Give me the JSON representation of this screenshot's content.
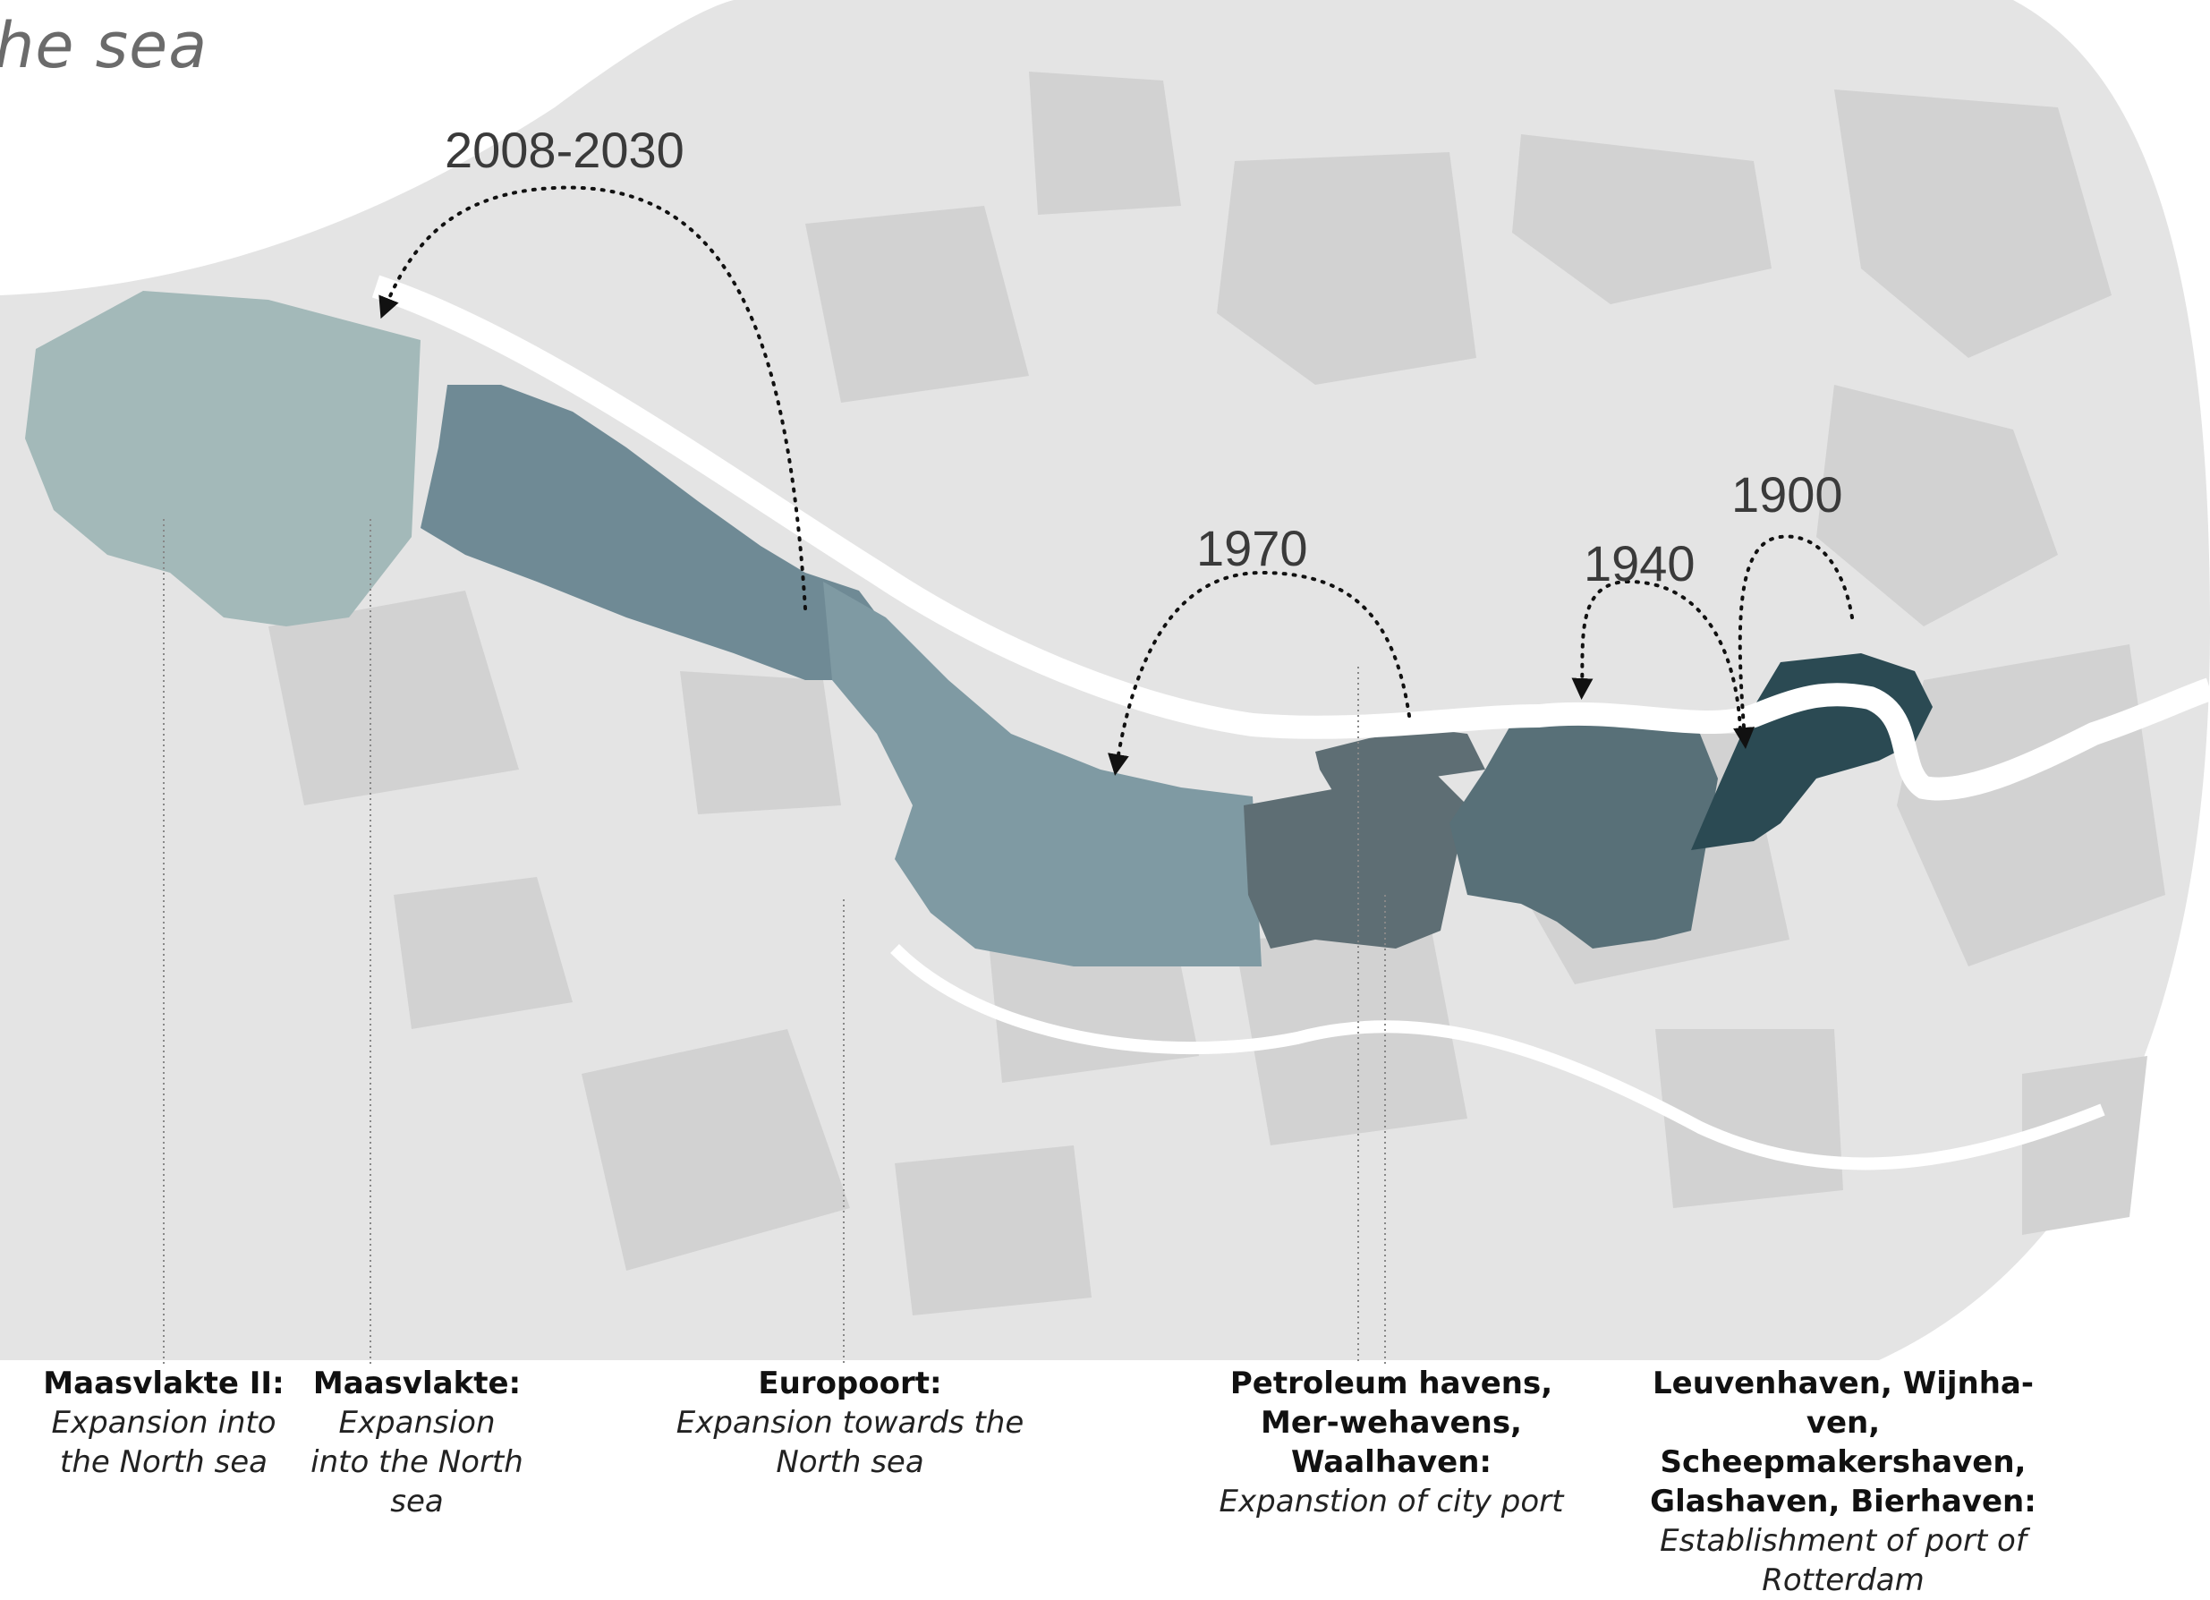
{
  "heading": "he sea",
  "era_labels": {
    "e2008_2030": "2008-2030",
    "e1970": "1970",
    "e1940": "1940",
    "e1900": "1900"
  },
  "captions": [
    {
      "title": "Maasvlakte II:",
      "desc": "Expansion into the North sea"
    },
    {
      "title": "Maasvlakte:",
      "desc": "Expansion into the North sea"
    },
    {
      "title": "Europoort:",
      "desc": "Expansion towards the North sea"
    },
    {
      "title": "Petroleum havens, Mer-wehavens, Waalhaven:",
      "desc": "Expanstion of city port"
    },
    {
      "title": "Leuvenhaven, Wijnha-ven, Scheepmakershaven, Glashaven, Bierhaven:",
      "desc": "Establishment of port of Rotterdam"
    }
  ],
  "colors": {
    "land_background": "#e4e4e4",
    "land_patches": "#d2d2d2",
    "water": "#ffffff",
    "maasvlakte_ii": "#a3b9b9",
    "maasvlakte": "#6f8a95",
    "europoort": "#7f9aa3",
    "port_1970": "#5e6e74",
    "port_1940": "#587078",
    "port_1900": "#2b4a53"
  }
}
